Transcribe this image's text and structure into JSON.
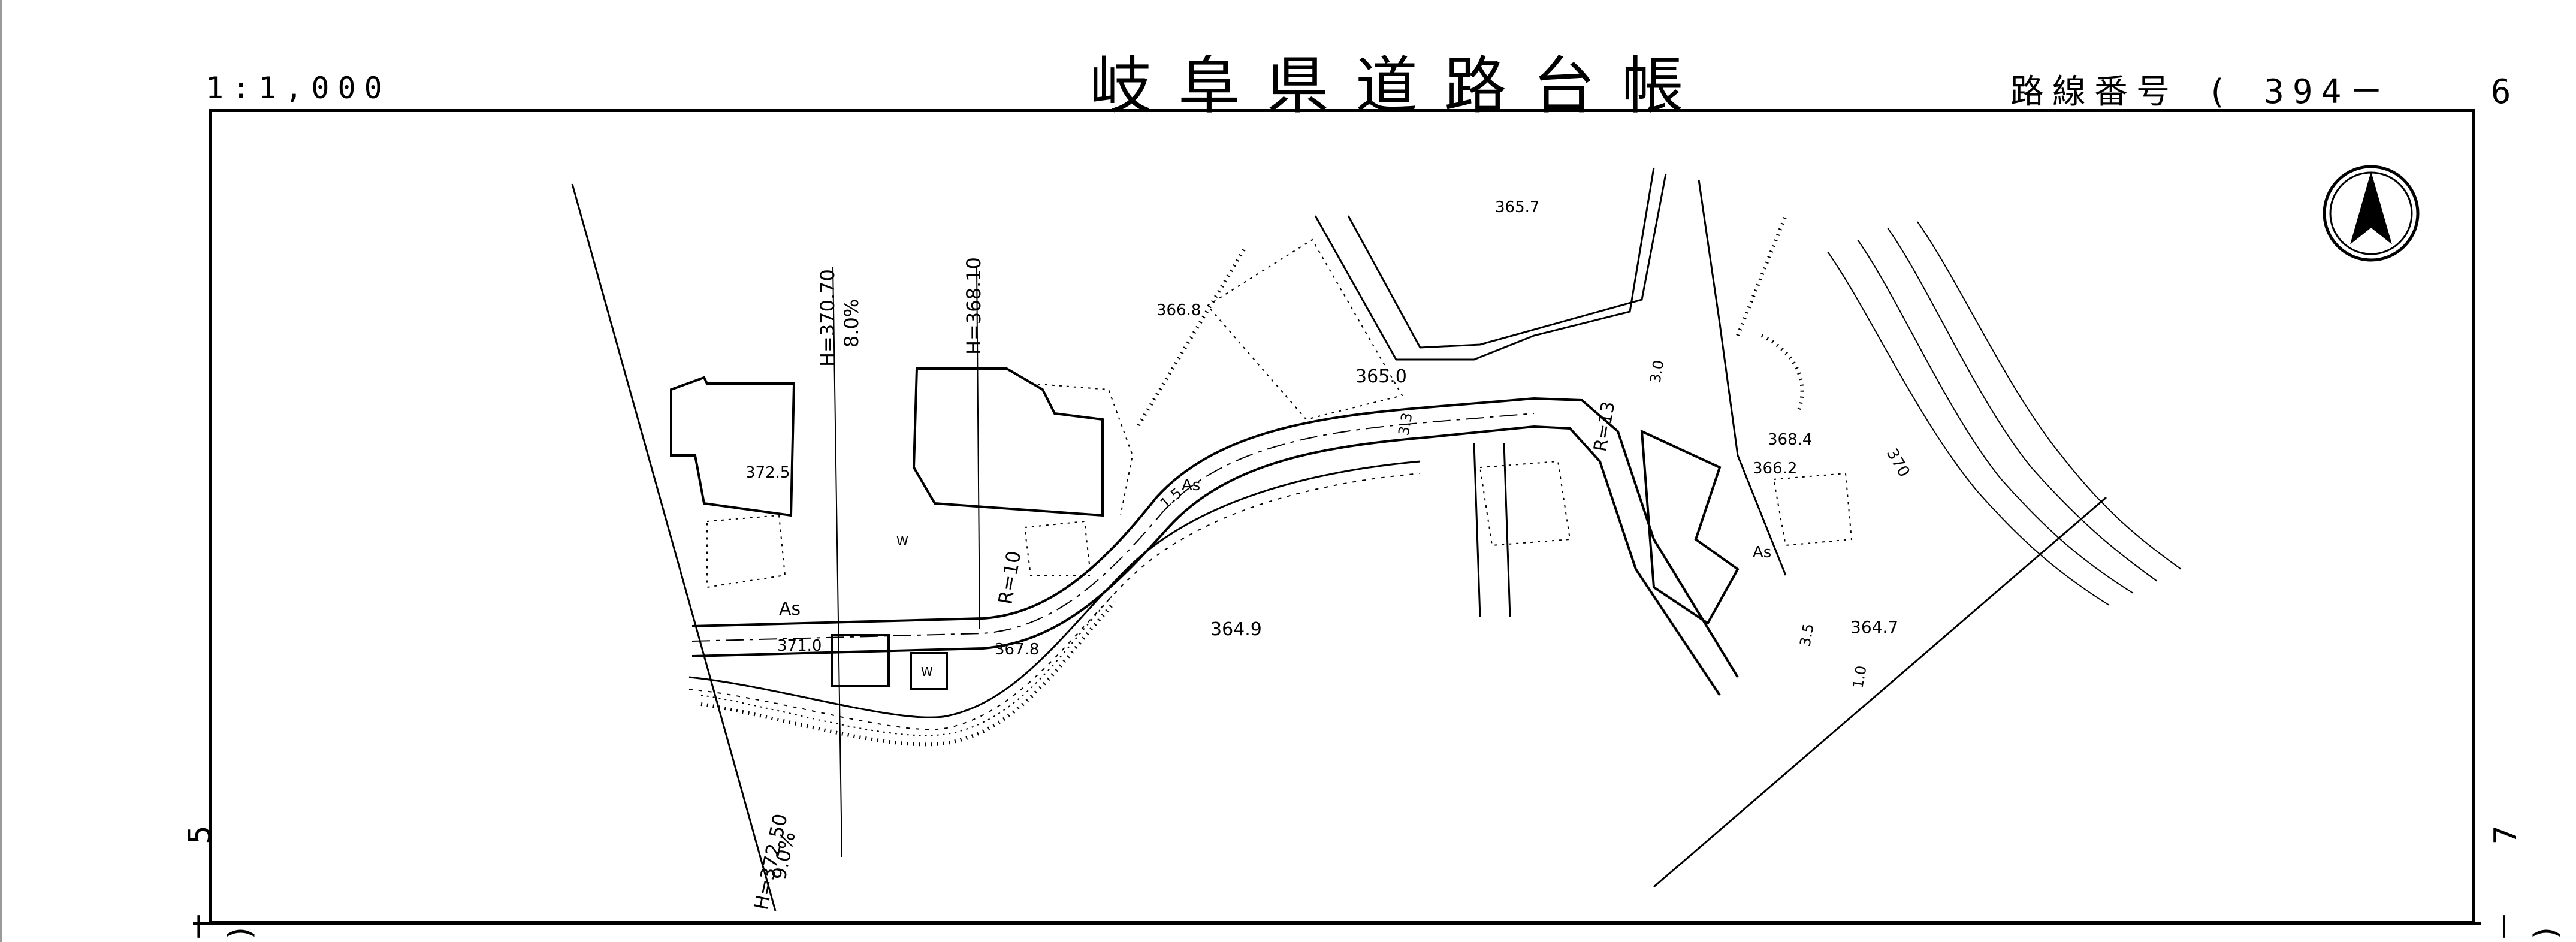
{
  "header": {
    "scale": "1:1,000",
    "title": "岐阜県道路台帳",
    "route_label": "路線番号",
    "route_open": "(",
    "route_number": "394－",
    "route_sheet": "6",
    "route_close": ")"
  },
  "edge_refs": {
    "left": "－ 5 )",
    "right": "－ 7 )"
  },
  "map": {
    "north_arrow": "north-arrow",
    "spot_heights": [
      "365.7",
      "366.8",
      "365.0",
      "372.5",
      "364.9",
      "371.0",
      "367.8",
      "368.4",
      "366.2",
      "364.7"
    ],
    "gradients": [
      {
        "h": "H=370.70",
        "pct": "8.0%"
      },
      {
        "h": "H=368.10",
        "pct": ""
      },
      {
        "h": "H=372.50",
        "pct": "9.0%"
      }
    ],
    "curve_radii": [
      "R=10",
      "R=13"
    ],
    "road_widths": [
      "3.3",
      "1.5",
      "3.5",
      "1.0",
      "3.0"
    ],
    "surface": [
      "As",
      "As",
      "As"
    ],
    "contour": "370",
    "land_use_marks": [
      "W",
      "W"
    ]
  },
  "colors": {
    "ink": "#000000",
    "paper": "#ffffff",
    "edge": "#9a9a9a"
  }
}
